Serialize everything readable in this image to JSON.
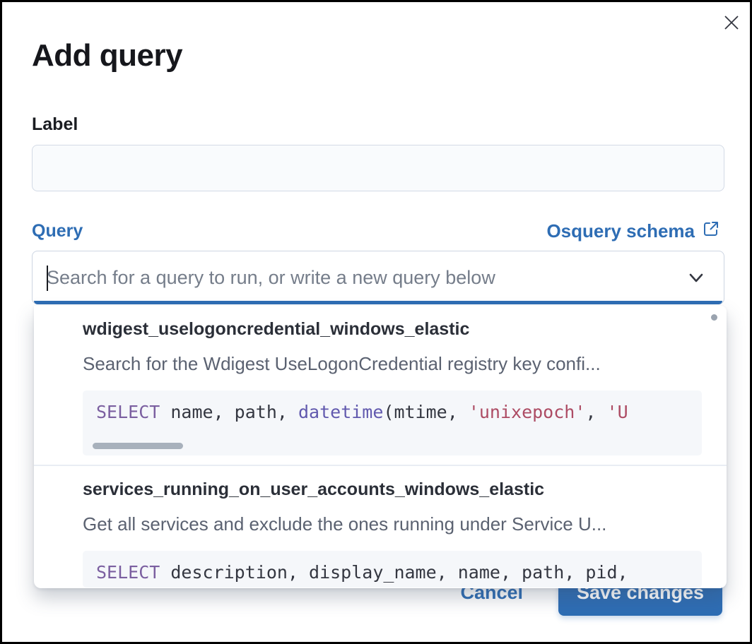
{
  "modal": {
    "title": "Add query"
  },
  "form": {
    "label_field": {
      "label": "Label",
      "value": "",
      "placeholder": ""
    },
    "query_field": {
      "label": "Query",
      "schema_link_label": "Osquery schema",
      "search_placeholder": "Search for a query to run, or write a new query below",
      "search_value": ""
    }
  },
  "dropdown": {
    "items": [
      {
        "title": "wdigest_uselogoncredential_windows_elastic",
        "description": "Search for the Wdigest UseLogonCredential registry key confi...",
        "code": [
          {
            "text": "SELECT",
            "type": "keyword"
          },
          {
            "text": " name, path, ",
            "type": "plain"
          },
          {
            "text": "datetime",
            "type": "function"
          },
          {
            "text": "(mtime, ",
            "type": "plain"
          },
          {
            "text": "'unixepoch'",
            "type": "string"
          },
          {
            "text": ", ",
            "type": "plain"
          },
          {
            "text": "'U",
            "type": "string"
          }
        ]
      },
      {
        "title": "services_running_on_user_accounts_windows_elastic",
        "description": "Get all services and exclude the ones running under Service U...",
        "code": [
          {
            "text": "SELECT",
            "type": "keyword"
          },
          {
            "text": " description, display_name, name, path, pid,",
            "type": "plain"
          }
        ]
      }
    ]
  },
  "footer": {
    "cancel_label": "Cancel",
    "save_label": "Save changes"
  },
  "colors": {
    "primary_blue": "#2e6db4",
    "title_text": "#16171c",
    "body_text": "#343741",
    "subdued_text": "#5b6271",
    "border": "#d3dae6",
    "input_background": "#f9fbfd",
    "code_background": "#f5f7fa",
    "code_keyword": "#7b5fa0",
    "code_function": "#6159ae",
    "code_string": "#ad4c64",
    "scroll_thumb": "#a8b1bc"
  }
}
